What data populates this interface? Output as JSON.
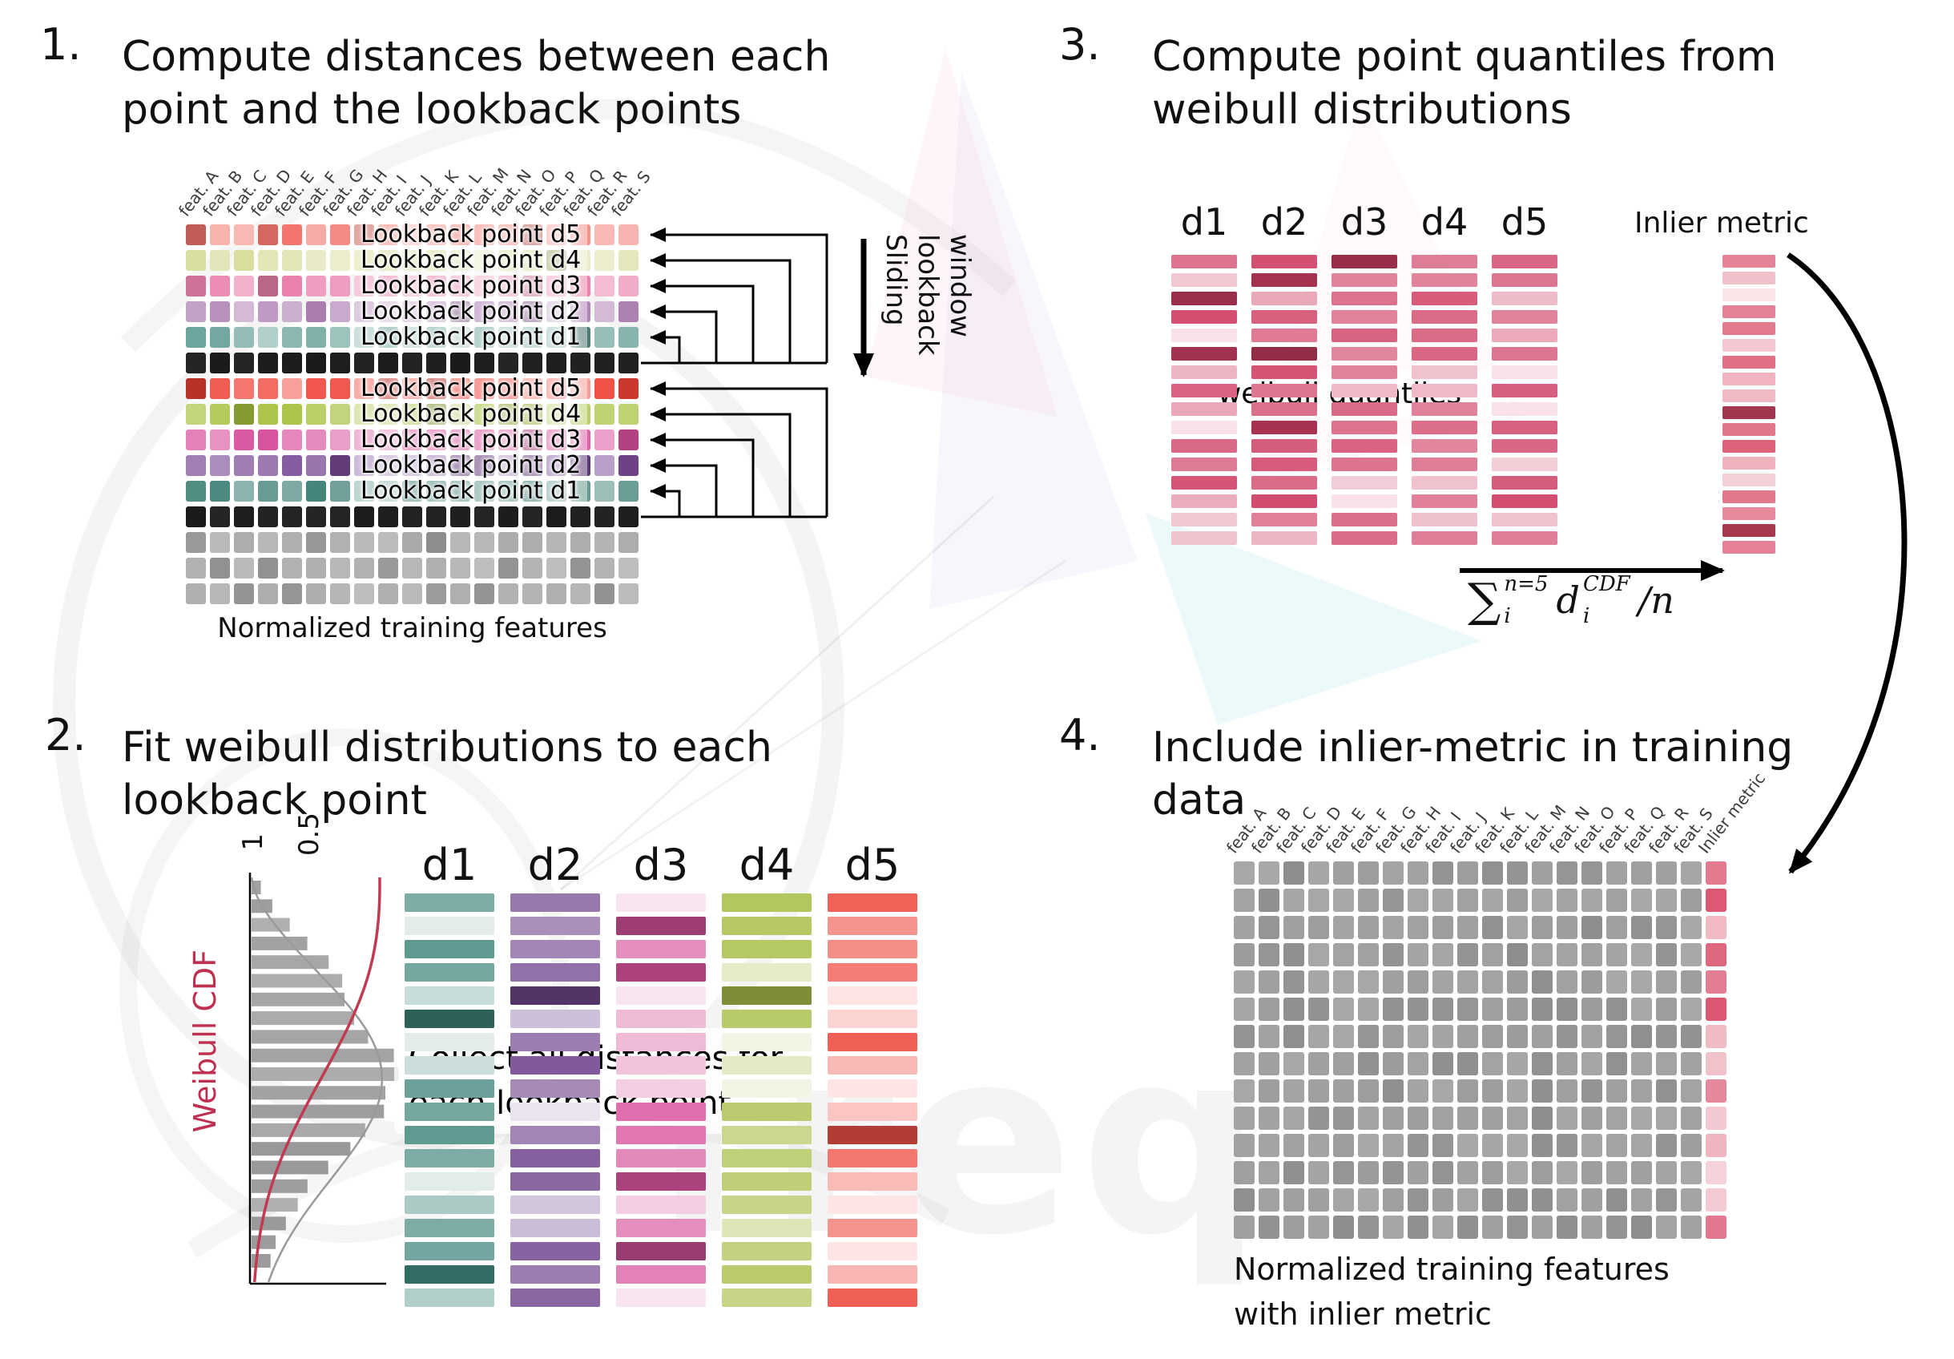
{
  "watermark": {
    "text": "freq"
  },
  "panel1": {
    "number": "1.",
    "title_line1": "Compute distances between each",
    "title_line2": "point and the lookback points",
    "caption": "Normalized training features",
    "sliding_lines": [
      "Sliding",
      "lookback",
      "window"
    ],
    "cols": 19,
    "feature_labels": [
      "feat. A",
      "feat. B",
      "feat. C",
      "feat. D",
      "feat. E",
      "feat. F",
      "feat. G",
      "feat. H",
      "feat. I",
      "feat. J",
      "feat. K",
      "feat. L",
      "feat. M",
      "feat. N",
      "feat. O",
      "feat. P",
      "feat. Q",
      "feat. R",
      "feat. S"
    ],
    "rows": [
      {
        "kind": "lookback",
        "label": "Lookback point d5",
        "color": "#f2756d"
      },
      {
        "kind": "lookback",
        "label": "Lookback point d4",
        "color": "#d8dc9b"
      },
      {
        "kind": "lookback",
        "label": "Lookback point d3",
        "color": "#ea81ae"
      },
      {
        "kind": "lookback",
        "label": "Lookback point d2",
        "color": "#a878ae"
      },
      {
        "kind": "lookback",
        "label": "Lookback point d1",
        "color": "#68a29a"
      },
      {
        "kind": "current",
        "label": "",
        "color": "#1a1a1a"
      },
      {
        "kind": "lookback",
        "label": "Lookback point d5",
        "color": "#ef4136"
      },
      {
        "kind": "lookback",
        "label": "Lookback point d4",
        "color": "#a6c23f"
      },
      {
        "kind": "lookback",
        "label": "Lookback point d3",
        "color": "#d8509c"
      },
      {
        "kind": "lookback",
        "label": "Lookback point d2",
        "color": "#7a4b96"
      },
      {
        "kind": "lookback",
        "label": "Lookback point d1",
        "color": "#3a7d73"
      },
      {
        "kind": "current",
        "label": "",
        "color": "#1a1a1a"
      },
      {
        "kind": "plain",
        "label": "",
        "color": "#a3a3a3"
      },
      {
        "kind": "plain",
        "label": "",
        "color": "#a3a3a3"
      },
      {
        "kind": "plain",
        "label": "",
        "color": "#a3a3a3"
      }
    ]
  },
  "panel2": {
    "number": "2.",
    "title_line1": "Fit weibull distributions to each",
    "title_line2": "lookback point",
    "cdf_label": "Weibull CDF",
    "tick_labels": [
      "1",
      "0.5"
    ],
    "overlay_line1": "Collect all distances for",
    "overlay_line2": "each lookback point",
    "bars_per_column": 18,
    "columns": [
      {
        "label": "d1",
        "color": "#3f857c"
      },
      {
        "label": "d2",
        "color": "#744b92"
      },
      {
        "label": "d3",
        "color": "#d8549c"
      },
      {
        "label": "d4",
        "color": "#a8bf49"
      },
      {
        "label": "d5",
        "color": "#ef5348"
      }
    ]
  },
  "panel3": {
    "number": "3.",
    "title_line1": "Compute point quantiles from",
    "title_line2": "weibull distributions",
    "overlay": "weibull quantiles",
    "inlier_label": "Inlier metric",
    "bars_per_column": 16,
    "inlier_bars": 18,
    "inlier_color": "#d84a66",
    "columns": [
      {
        "label": "d1",
        "color": "#cf3f63"
      },
      {
        "label": "d2",
        "color": "#cf3f63"
      },
      {
        "label": "d3",
        "color": "#cf3f63"
      },
      {
        "label": "d4",
        "color": "#cf3f63"
      },
      {
        "label": "d5",
        "color": "#cf3f63"
      }
    ],
    "formula": {
      "sigma": "∑",
      "sup": "n=5",
      "sub": "i",
      "d": "d",
      "d_sup": "CDF",
      "d_sub": "i",
      "tail": "/n"
    }
  },
  "panel4": {
    "number": "4.",
    "title_line1": "Include inlier-metric in training",
    "title_line2": "data",
    "caption_line1": "Normalized training features",
    "caption_line2": "with inlier metric",
    "rows": 14,
    "cols": 20,
    "base_color": "#9c9c9c",
    "inlier_color": "#d84a66",
    "feature_labels": [
      "feat. A",
      "feat. B",
      "feat. C",
      "feat. D",
      "feat. E",
      "feat. F",
      "feat. G",
      "feat. H",
      "feat. I",
      "feat. J",
      "feat. K",
      "feat. L",
      "feat. M",
      "feat. N",
      "feat. O",
      "feat. P",
      "feat. Q",
      "feat. R",
      "feat. S",
      "Inlier metric"
    ]
  }
}
